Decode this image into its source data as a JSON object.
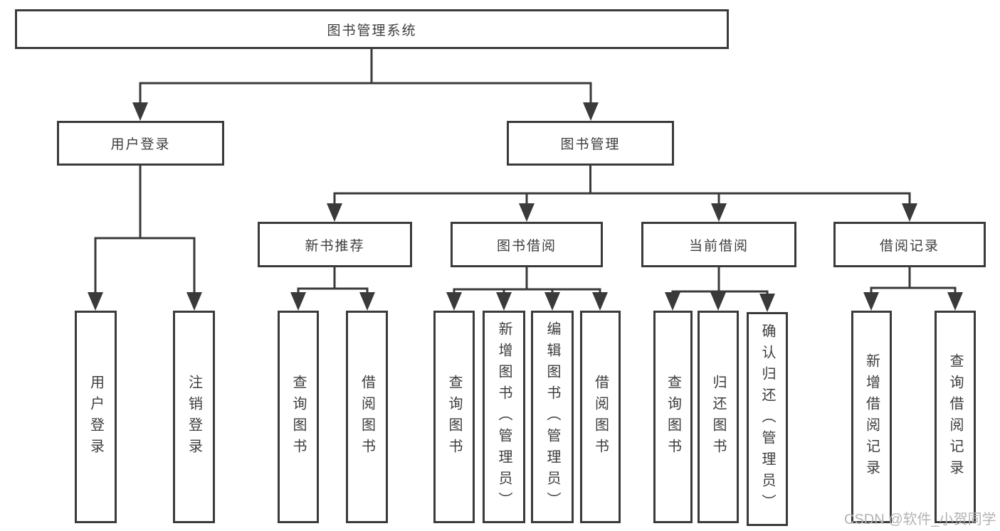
{
  "diagram": {
    "root": {
      "label": "图书管理系统"
    },
    "level2": [
      {
        "label": "用户登录"
      },
      {
        "label": "图书管理"
      }
    ],
    "level3": [
      {
        "label": "新书推荐"
      },
      {
        "label": "图书借阅"
      },
      {
        "label": "当前借阅"
      },
      {
        "label": "借阅记录"
      }
    ],
    "leaves": {
      "user_login": [
        "用户登录",
        "注销登录"
      ],
      "new_book": [
        "查询图书",
        "借阅图书"
      ],
      "book_borrow": [
        "查询图书",
        "新增图书（管理员）",
        "编辑图书（管理员）",
        "借阅图书"
      ],
      "current_borrow": [
        "查询图书",
        "归还图书",
        "确认归还（管理员）"
      ],
      "borrow_records": [
        "新增借阅记录",
        "查询借阅记录"
      ]
    }
  },
  "watermark": {
    "text": "CSDN @软件_小贺同学"
  },
  "colors": {
    "line": "#3a3a3a",
    "text": "#3d3d3d",
    "watermark": "#b3b3b3",
    "background": "#ffffff"
  }
}
